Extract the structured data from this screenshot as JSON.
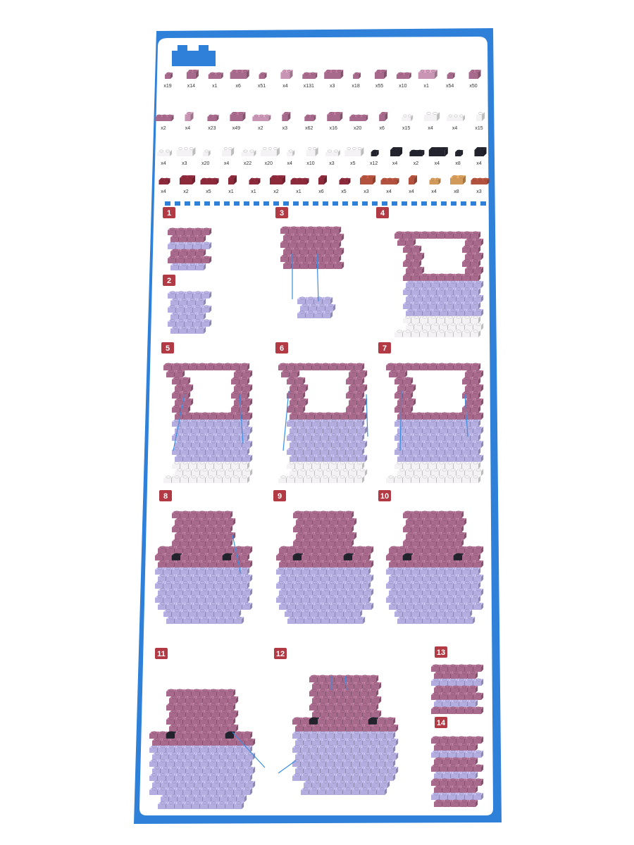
{
  "colors": {
    "frame": "#2f80d8",
    "paper": "#ffffff",
    "brick_pink": "#c896b4",
    "brick_mauve": "#a86a8c",
    "brick_lavender": "#b4aee0",
    "brick_white": "#f4f2f4",
    "brick_black": "#23232e",
    "brick_red": "#8c2a3c",
    "brick_rust": "#b2523e",
    "brick_tan": "#d29a5a",
    "step_badge": "#b23a44",
    "arrow": "#3a8ee0"
  },
  "parts": {
    "rows": [
      {
        "items": [
          {
            "qty": "x19",
            "color": "brick_mauve"
          },
          {
            "qty": "x14",
            "color": "brick_mauve"
          },
          {
            "qty": "x1",
            "color": "brick_mauve"
          },
          {
            "qty": "x6",
            "color": "brick_mauve"
          },
          {
            "qty": "x51",
            "color": "brick_mauve"
          },
          {
            "qty": "x4",
            "color": "brick_pink"
          },
          {
            "qty": "x131",
            "color": "brick_mauve"
          },
          {
            "qty": "x3",
            "color": "brick_mauve"
          },
          {
            "qty": "x18",
            "color": "brick_mauve"
          },
          {
            "qty": "x55",
            "color": "brick_mauve"
          },
          {
            "qty": "x10",
            "color": "brick_mauve"
          },
          {
            "qty": "x1",
            "color": "brick_pink"
          },
          {
            "qty": "x54",
            "color": "brick_mauve"
          },
          {
            "qty": "x50",
            "color": "brick_mauve"
          }
        ]
      },
      {
        "items": [
          {
            "qty": "x2",
            "color": "brick_mauve"
          },
          {
            "qty": "x4",
            "color": "brick_pink"
          },
          {
            "qty": "x23",
            "color": "brick_mauve"
          },
          {
            "qty": "x49",
            "color": "brick_mauve"
          },
          {
            "qty": "x2",
            "color": "brick_pink"
          },
          {
            "qty": "x3",
            "color": "brick_mauve"
          },
          {
            "qty": "x62",
            "color": "brick_mauve"
          },
          {
            "qty": "x16",
            "color": "brick_mauve"
          },
          {
            "qty": "x20",
            "color": "brick_mauve"
          },
          {
            "qty": "x6",
            "color": "brick_mauve"
          },
          {
            "qty": "x15",
            "color": "brick_white"
          },
          {
            "qty": "x4",
            "color": "brick_white"
          },
          {
            "qty": "x4",
            "color": "brick_white"
          },
          {
            "qty": "x15",
            "color": "brick_white"
          }
        ]
      },
      {
        "items": [
          {
            "qty": "x4",
            "color": "brick_white"
          },
          {
            "qty": "x3",
            "color": "brick_white"
          },
          {
            "qty": "x20",
            "color": "brick_white"
          },
          {
            "qty": "x4",
            "color": "brick_white"
          },
          {
            "qty": "x22",
            "color": "brick_white"
          },
          {
            "qty": "x20",
            "color": "brick_white"
          },
          {
            "qty": "x4",
            "color": "brick_white"
          },
          {
            "qty": "x10",
            "color": "brick_white"
          },
          {
            "qty": "x3",
            "color": "brick_white"
          },
          {
            "qty": "x5",
            "color": "brick_white"
          },
          {
            "qty": "x12",
            "color": "brick_black"
          },
          {
            "qty": "x4",
            "color": "brick_black"
          },
          {
            "qty": "x2",
            "color": "brick_black"
          },
          {
            "qty": "x4",
            "color": "brick_black"
          },
          {
            "qty": "x8",
            "color": "brick_black"
          },
          {
            "qty": "x4",
            "color": "brick_black"
          }
        ]
      },
      {
        "items": [
          {
            "qty": "x4",
            "color": "brick_red"
          },
          {
            "qty": "x2",
            "color": "brick_red"
          },
          {
            "qty": "x5",
            "color": "brick_red"
          },
          {
            "qty": "x1",
            "color": "brick_red"
          },
          {
            "qty": "x1",
            "color": "brick_red"
          },
          {
            "qty": "x2",
            "color": "brick_red"
          },
          {
            "qty": "x1",
            "color": "brick_red"
          },
          {
            "qty": "x6",
            "color": "brick_red"
          },
          {
            "qty": "x5",
            "color": "brick_red"
          },
          {
            "qty": "x3",
            "color": "brick_rust"
          },
          {
            "qty": "x4",
            "color": "brick_rust"
          },
          {
            "qty": "x4",
            "color": "brick_rust"
          },
          {
            "qty": "x4",
            "color": "brick_tan"
          },
          {
            "qty": "x8",
            "color": "brick_tan"
          },
          {
            "qty": "x3",
            "color": "brick_rust"
          }
        ]
      }
    ]
  },
  "steps": [
    {
      "number": "1",
      "color": "brick_mauve",
      "stage": "small"
    },
    {
      "number": "2",
      "color": "brick_lavender",
      "stage": "small"
    },
    {
      "number": "3",
      "color": "brick_mauve",
      "stage": "plate"
    },
    {
      "number": "4",
      "color": "brick_mauve",
      "stage": "ring"
    },
    {
      "number": "5",
      "color": "brick_mauve",
      "stage": "ring"
    },
    {
      "number": "6",
      "color": "brick_mauve",
      "stage": "ring"
    },
    {
      "number": "7",
      "color": "brick_mauve",
      "stage": "ring"
    },
    {
      "number": "8",
      "color": "brick_lavender",
      "stage": "head"
    },
    {
      "number": "9",
      "color": "brick_lavender",
      "stage": "head"
    },
    {
      "number": "10",
      "color": "brick_lavender",
      "stage": "head"
    },
    {
      "number": "11",
      "color": "brick_lavender",
      "stage": "head"
    },
    {
      "number": "12",
      "color": "brick_lavender",
      "stage": "head"
    },
    {
      "number": "13",
      "color": "brick_mauve",
      "stage": "small"
    },
    {
      "number": "14",
      "color": "brick_mauve",
      "stage": "small"
    }
  ]
}
